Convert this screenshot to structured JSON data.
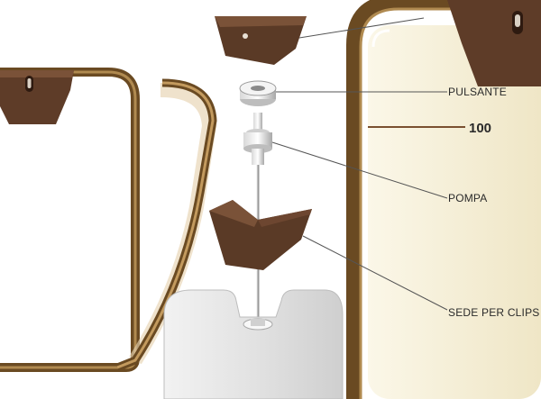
{
  "labels": {
    "pulsante": "PULSANTE",
    "pompa": "POMPA",
    "sede_per_clips": "SEDE PER CLIPS",
    "level": "100"
  },
  "colors": {
    "wood_dark": "#5a3a26",
    "wood_mid": "#7a5030",
    "wood_light": "#c8a070",
    "frame_brown": "#6a4a22",
    "frame_tan": "#b08a50",
    "liquid": "#f5eed6",
    "container_gray": "#e4e4e4",
    "leader_line": "#555555"
  },
  "icons": {
    "clip_top": "wedge-clip",
    "clip_left": "wedge-clip",
    "clip_right": "wedge-clip",
    "clip_bottom": "wedge-clip",
    "pump_button": "pump-button",
    "pump": "pump-nozzle"
  }
}
